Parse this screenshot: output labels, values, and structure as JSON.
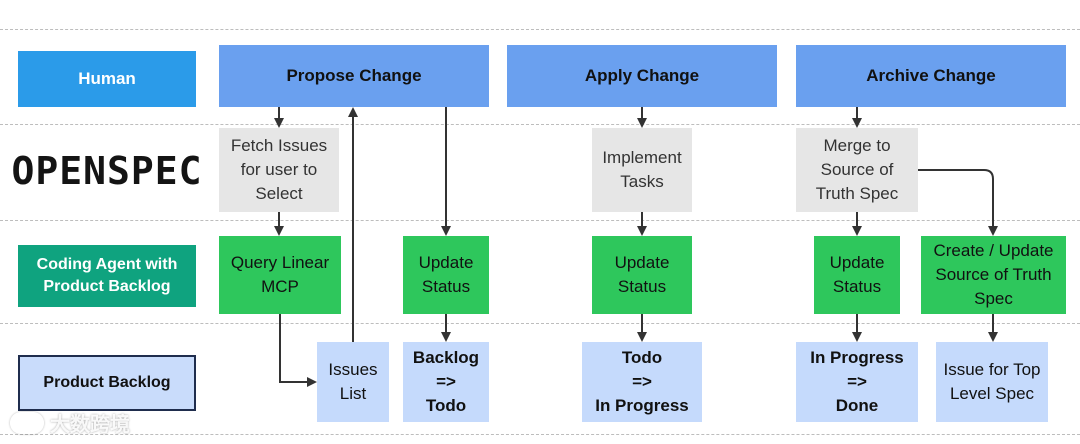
{
  "lanes": {
    "human": "Human",
    "openspec_logo": "OPENSPEC",
    "agent": "Coding Agent with\nProduct Backlog",
    "backlog": "Product Backlog"
  },
  "human": {
    "propose": "Propose Change",
    "apply": "Apply Change",
    "archive": "Archive Change"
  },
  "spec": {
    "fetch": "Fetch Issues\nfor user to\nSelect",
    "implement": "Implement\nTasks",
    "merge": "Merge to\nSource of\nTruth Spec"
  },
  "agent": {
    "query": "Query Linear\nMCP",
    "update1": "Update\nStatus",
    "update2": "Update\nStatus",
    "update3": "Update\nStatus",
    "create": "Create / Update\nSource of Truth\nSpec"
  },
  "backlog": {
    "issues": "Issues\nList",
    "s1": "Backlog\n=>\nTodo",
    "s2": "Todo\n=>\nIn Progress",
    "s3": "In Progress\n=>\nDone",
    "top": "Issue for Top\nLevel Spec"
  },
  "watermark": "大数跨境",
  "colors": {
    "lane_human": "#2b9be9",
    "lane_agent": "#0fa37f",
    "human_box": "#6aa0ef",
    "spec_box": "#e6e6e6",
    "agent_box": "#2ec75c",
    "backlog_box": "#c5dafc",
    "arrow": "#333333"
  }
}
